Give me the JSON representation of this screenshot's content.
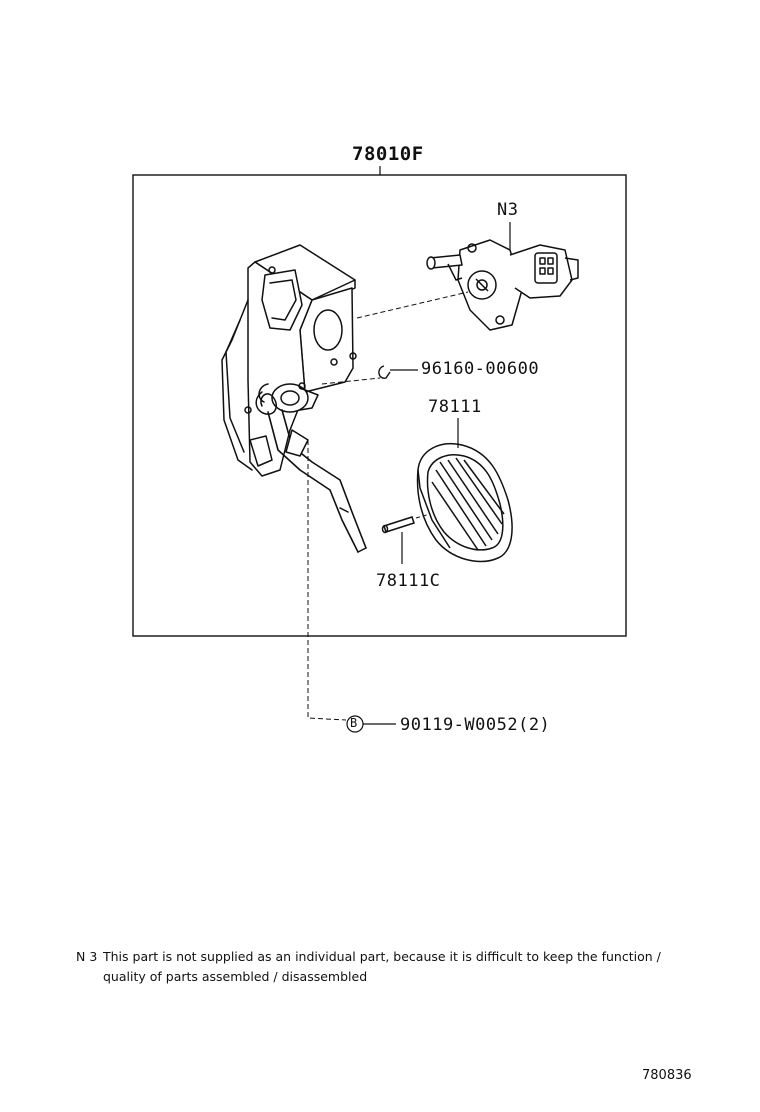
{
  "assembly": {
    "part_number": "78010F"
  },
  "callouts": {
    "sensor_note_tag": "N3",
    "clip_part": "96160-00600",
    "pedal_pad_part": "78111",
    "pin_part": "78111C",
    "bolt_marker": "B",
    "bolt_part": "90119-W0052(2)"
  },
  "footnote": {
    "tag": "N 3",
    "line1": "This part is not supplied as an individual part, because it is difficult to keep the function /",
    "line2": "quality of parts assembled / disassembled"
  },
  "figure": {
    "reference_code": "780836"
  }
}
